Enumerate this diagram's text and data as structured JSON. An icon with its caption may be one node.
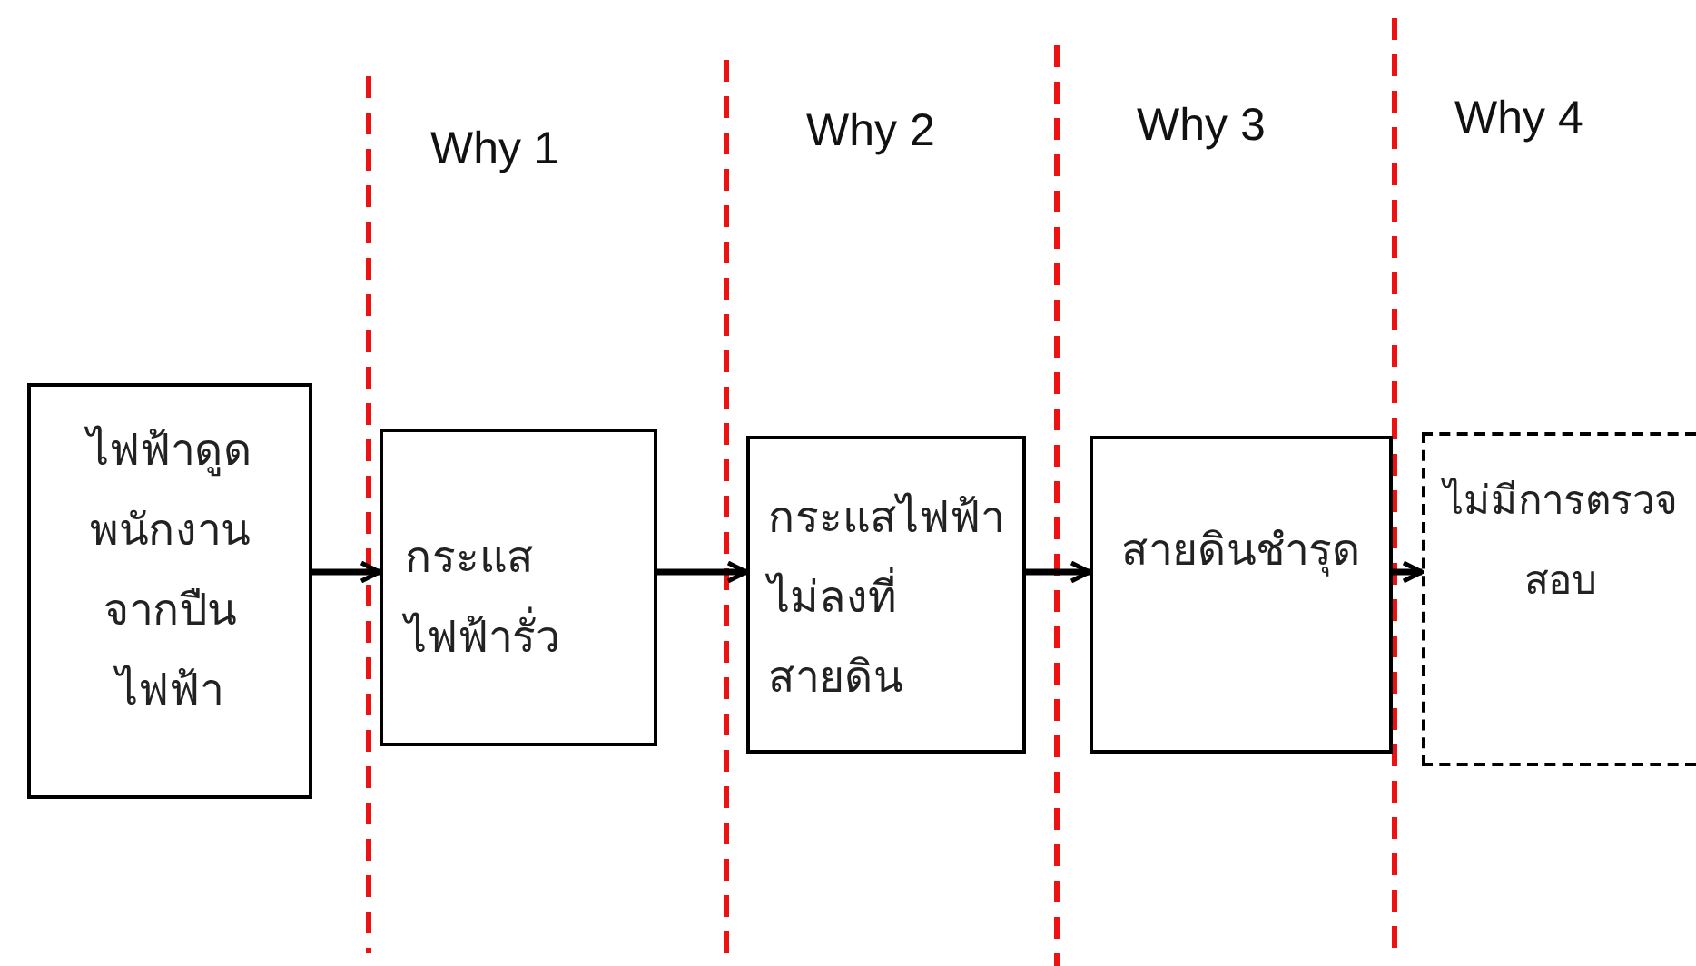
{
  "diagram": {
    "nodes": [
      {
        "text": [
          "ไฟฟ้าดูดพนักงานจากปืนไฟฟ้า"
        ]
      },
      {
        "text": [
          "กระแสไฟฟ้ารั่ว"
        ]
      },
      {
        "text": [
          "กระแสไฟฟ้าไม่ลงที่สายดิน"
        ]
      },
      {
        "text": [
          "สายดินชำรุด"
        ]
      },
      {
        "text": [
          "ไม่มีการตรวจสอบ"
        ]
      }
    ],
    "edges": [
      {
        "from": 0,
        "to": 1,
        "arrow": "to"
      },
      {
        "from": 1,
        "to": 2,
        "arrow": "to"
      },
      {
        "from": 2,
        "to": 3,
        "arrow": "to"
      },
      {
        "from": 3,
        "to": 4,
        "arrow": "to"
      }
    ],
    "labels": [
      "Why 1",
      "Why 2",
      "Why 3",
      "Why 4"
    ]
  }
}
